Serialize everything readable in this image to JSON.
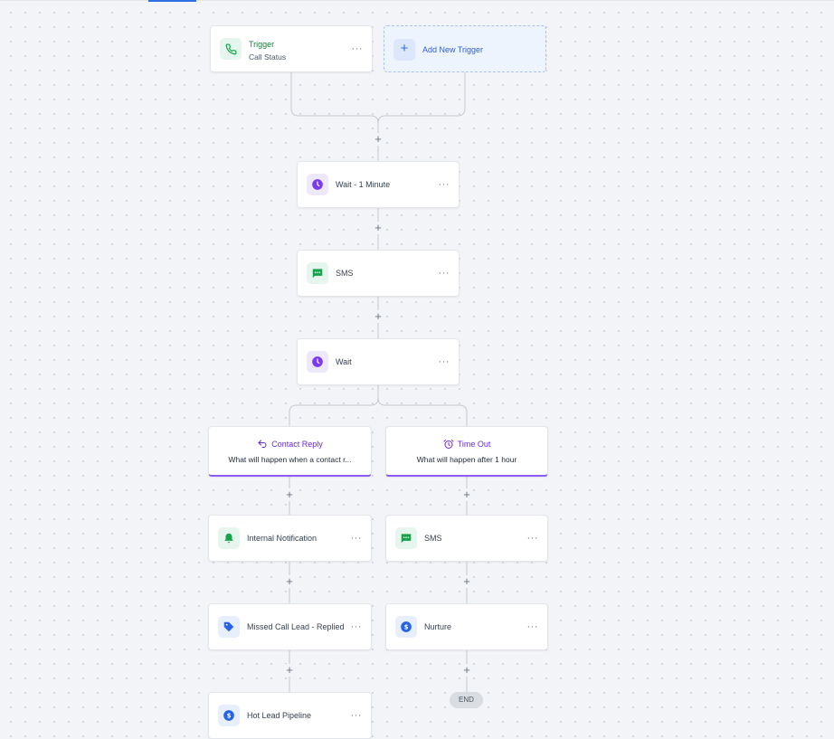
{
  "trigger": {
    "title": "Trigger",
    "subtitle": "Call Status",
    "menu": "···"
  },
  "add_trigger": {
    "label": "Add New Trigger",
    "plus": "+"
  },
  "steps": [
    {
      "label": "Wait - 1 Minute",
      "icon": "clock-icon",
      "menu": "···"
    },
    {
      "label": "SMS",
      "icon": "message-icon",
      "menu": "···"
    },
    {
      "label": "Wait",
      "icon": "clock-icon",
      "menu": "···"
    }
  ],
  "branches": {
    "left": {
      "title": "Contact Reply",
      "subtitle": "What will happen when a contact r...",
      "icon": "reply-icon"
    },
    "right": {
      "title": "Time Out",
      "subtitle": "What will happen after 1 hour",
      "icon": "alarm-clock-icon"
    }
  },
  "left_steps": [
    {
      "label": "Internal Notification",
      "icon": "bell-icon",
      "menu": "···"
    },
    {
      "label": "Missed Call Lead - Replied",
      "icon": "tag-icon",
      "menu": "···"
    },
    {
      "label": "Hot Lead Pipeline",
      "icon": "dollar-icon",
      "menu": "···"
    }
  ],
  "right_steps": [
    {
      "label": "SMS",
      "icon": "message-icon",
      "menu": "···"
    },
    {
      "label": "Nurture",
      "icon": "dollar-icon",
      "menu": "···"
    }
  ],
  "end_label": "END",
  "plus_symbol": "+",
  "colors": {
    "accent_blue": "#2f6fe4",
    "trigger_green": "#15803d",
    "wait_purple": "#7c3aed",
    "branch_purple": "#8b5cf6",
    "connector": "#c4c8cf"
  }
}
